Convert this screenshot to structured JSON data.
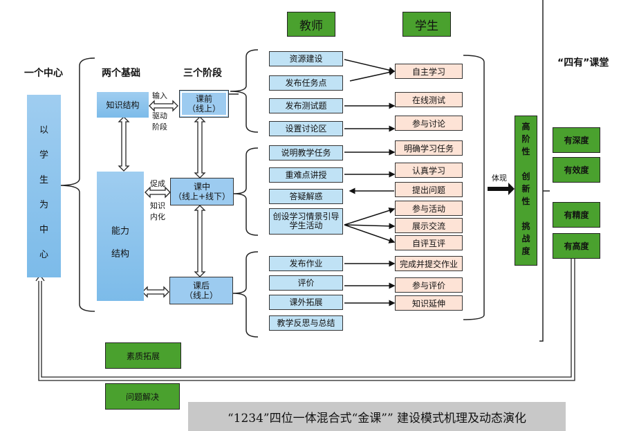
{
  "headers": {
    "center": "一个中心",
    "foundations": "两个基础",
    "stages": "三个阶段",
    "teacher": "教师",
    "student": "学生",
    "four_classroom": "“四有”课堂"
  },
  "center_box": {
    "chars": [
      "以",
      "学",
      "生",
      "为",
      "中",
      "心"
    ]
  },
  "knowledge_structure": "知识结构",
  "ability_structure": [
    "能力",
    "结构"
  ],
  "arrow_labels": {
    "input_drive": [
      "输入",
      "驱动",
      "阶段"
    ],
    "promote": "促成",
    "internalize": [
      "知识",
      "内化"
    ],
    "embody": "体现"
  },
  "stages": [
    {
      "name": "课前",
      "mode": "（线上）"
    },
    {
      "name": "课中",
      "mode": "（线上+线下）"
    },
    {
      "name": "课后",
      "mode": "（线上）"
    }
  ],
  "teacher_items": {
    "pre": [
      "资源建设",
      "发布任务点",
      "发布测试题",
      "设置讨论区"
    ],
    "in": [
      "说明教学任务",
      "重难点讲授",
      "答疑解惑",
      "创设学习情景引导学生活动"
    ],
    "post": [
      "发布作业",
      "评价",
      "课外拓展",
      "教学反思与总结"
    ]
  },
  "student_items": {
    "pre": [
      "自主学习",
      "在线测试",
      "参与讨论"
    ],
    "in": [
      "明确学习任务",
      "认真学习",
      "提出问题",
      "参与活动",
      "展示交流",
      "自评互评"
    ],
    "post": [
      "完成并提交作业",
      "参与评价",
      "知识延伸"
    ]
  },
  "qualities": [
    "高",
    "阶",
    "性",
    "",
    "创",
    "新",
    "性",
    "",
    "挑",
    "战",
    "度"
  ],
  "four_items": [
    "有深度",
    "有效度",
    "有精度",
    "有高度"
  ],
  "bottom_boxes": [
    "素质拓展",
    "问题解决"
  ],
  "caption": "“1234”四位一体混合式“金课”” 建设模式机理及动态演化",
  "colors": {
    "green": "#4aa12e",
    "teacher_box": "#c0e2f5",
    "student_box": "#fde3d6",
    "stage_blue": "#9ccbf0",
    "caption_bg": "#c8c8c8"
  }
}
